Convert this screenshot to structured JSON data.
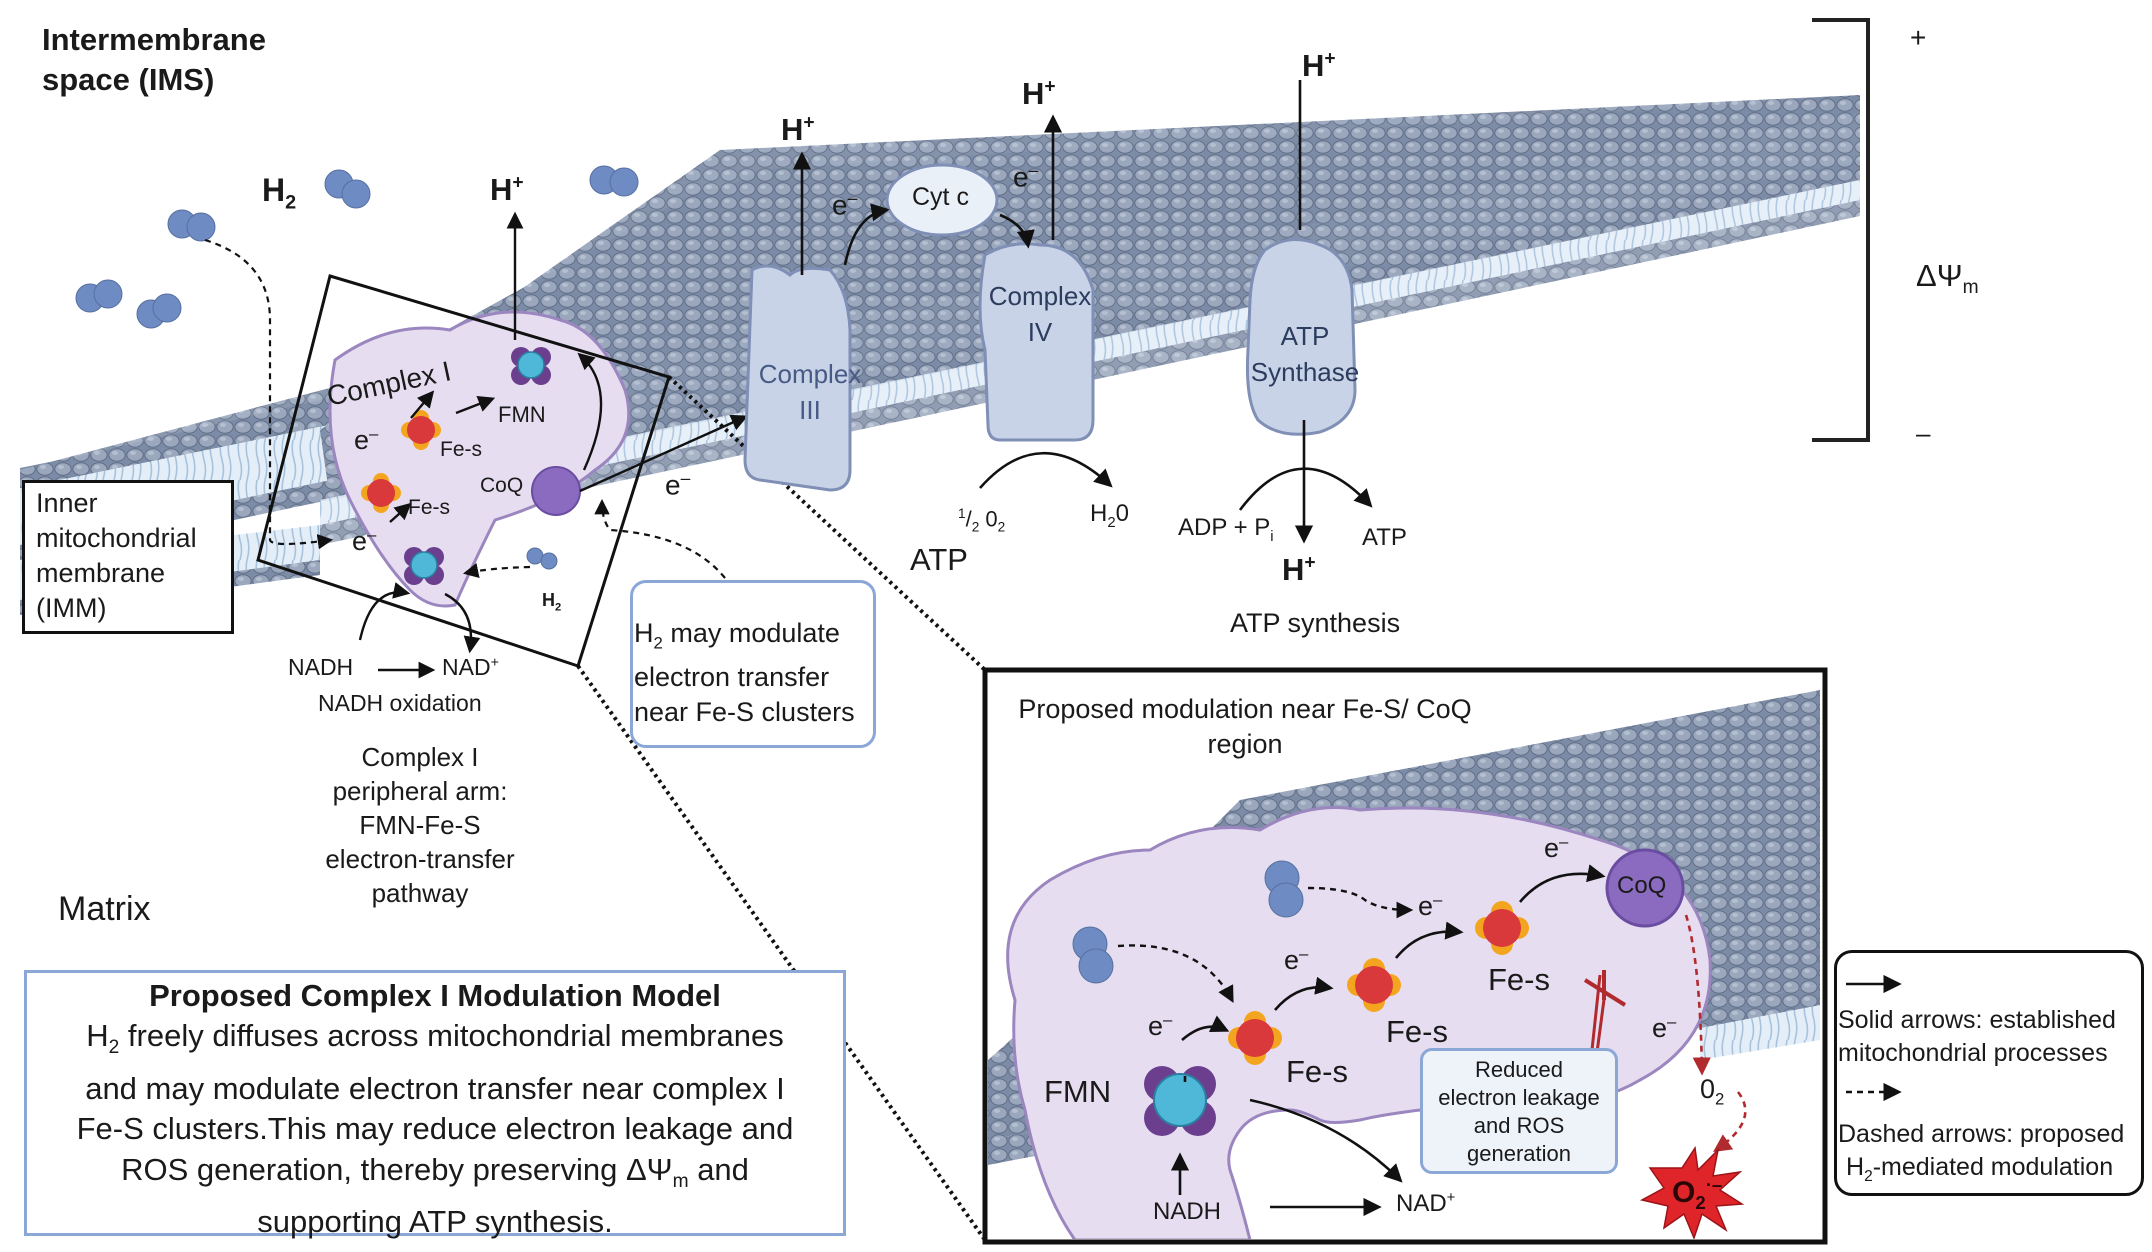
{
  "regions": {
    "ims_line1": "Intermembrane",
    "ims_line2": "space (IMS)",
    "matrix": "Matrix",
    "imm_lines": [
      "Inner",
      "mitochondrial",
      "membrane",
      "(IMM)"
    ]
  },
  "gradient": {
    "plus": "+",
    "minus": "–",
    "delta_psi": "ΔΨ",
    "delta_psi_sub": "m"
  },
  "h2": {
    "symbol": "H",
    "sub": "2"
  },
  "protons": {
    "symbol": "H",
    "sup": "+"
  },
  "electron": {
    "symbol": "e",
    "sup": "–"
  },
  "complexes": {
    "complex_i": "Complex I",
    "complex_iii_line1": "Complex",
    "complex_iii_line2": "III",
    "complex_iv_line1": "Complex",
    "complex_iv_line2": "IV",
    "atp_synthase_line1": "ATP",
    "atp_synthase_line2": "Synthase",
    "cyt_c": "Cyt c"
  },
  "complex_i_detail": {
    "fmn": "FMN",
    "fes_a": "Fe-s",
    "fes_b": "Fe-s",
    "coq": "CoQ",
    "nadh": "NADH",
    "nad_plus": "NAD",
    "nad_sup": "+",
    "nadh_oxidation": "NADH oxidation",
    "peripheral_lines": [
      "Complex I",
      "peripheral arm:",
      "FMN-Fe-S",
      "electron-transfer",
      "pathway"
    ]
  },
  "h2_callout_lines": [
    "may modulate",
    "electron transfer",
    "near Fe-S clusters"
  ],
  "complex_iv_reaction": {
    "half": "1",
    "half_den": "2",
    "o2": "0",
    "o2_sub": "2",
    "h2o": "H",
    "h2o_sub": "2",
    "h2o_tail": "0",
    "atp": "ATP"
  },
  "atp_synthase_reaction": {
    "adp": "ADP + P",
    "adp_sub": "i",
    "atp": "ATP",
    "label": "ATP synthesis"
  },
  "model_box": {
    "title": "Proposed Complex I Modulation Model",
    "lines": [
      "freely diffuses across mitochondrial membranes",
      "and may modulate electron transfer near complex I",
      "Fe-S clusters.This may reduce electron leakage and",
      "ROS generation, thereby preserving ΔΨ",
      "supporting ATP synthesis."
    ],
    "line4_tail": " and"
  },
  "inset": {
    "title_line1": "Proposed modulation near Fe-S/ CoQ",
    "title_line2": "region",
    "fmn": "FMN",
    "fes_1": "Fe-s",
    "fes_2": "Fe-s",
    "fes_3": "Fe-s",
    "coq": "CoQ",
    "nadh": "NADH",
    "nad_plus": "NAD",
    "o2": "0",
    "o2_sub": "2",
    "superoxide": "O",
    "superoxide_sub": "2",
    "superoxide_sup": "·–",
    "reduced_lines": [
      "Reduced",
      "electron  leakage",
      "and ROS",
      "generation"
    ]
  },
  "legend": {
    "solid_lines": [
      "Solid arrows: established",
      "mitochondrial processes"
    ],
    "dashed_line1": "Dashed arrows: proposed",
    "dashed_line2_tail": "-mediated modulation"
  },
  "colors": {
    "membrane_head": "#8796ad",
    "membrane_core": "#dbe8f4",
    "complex_fill": "#c9d3e7",
    "complex_stroke": "#7f8fb5",
    "complex_i_fill": "#e6def0",
    "complex_i_stroke": "#9b86bf",
    "h2_blue": "#6f8bc4",
    "fes_red": "#d9393a",
    "fes_orange": "#f4a51f",
    "coq_purple": "#8b6bc0",
    "fmn_cyan": "#4fb7d8",
    "inhibit_red": "#b02a2e",
    "ros_red": "#e0252a",
    "callout_border": "#8aa7d6"
  }
}
